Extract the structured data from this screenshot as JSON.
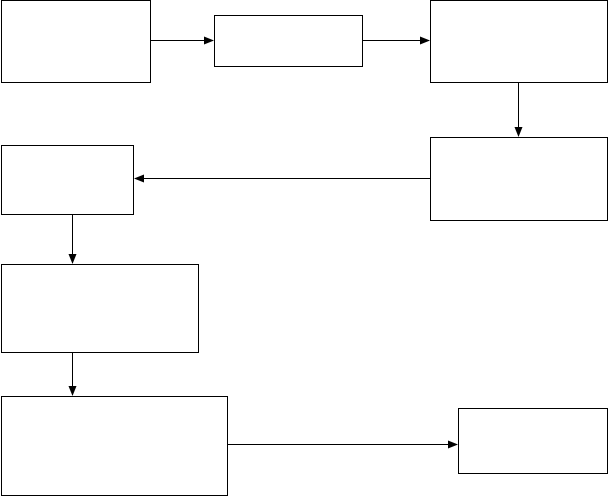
{
  "diagram": {
    "nodes": [
      {
        "id": "box-1",
        "label": ""
      },
      {
        "id": "box-2",
        "label": ""
      },
      {
        "id": "box-3",
        "label": ""
      },
      {
        "id": "box-4",
        "label": ""
      },
      {
        "id": "box-5",
        "label": ""
      },
      {
        "id": "box-6",
        "label": ""
      },
      {
        "id": "box-7",
        "label": ""
      },
      {
        "id": "box-8",
        "label": ""
      }
    ],
    "edges": [
      {
        "from": "box-1",
        "to": "box-2"
      },
      {
        "from": "box-2",
        "to": "box-3"
      },
      {
        "from": "box-3",
        "to": "box-4"
      },
      {
        "from": "box-4",
        "to": "box-5"
      },
      {
        "from": "box-5",
        "to": "box-6"
      },
      {
        "from": "box-6",
        "to": "box-7"
      },
      {
        "from": "box-7",
        "to": "box-8"
      }
    ],
    "stroke_color": "#000000",
    "fill_color": "#ffffff"
  }
}
